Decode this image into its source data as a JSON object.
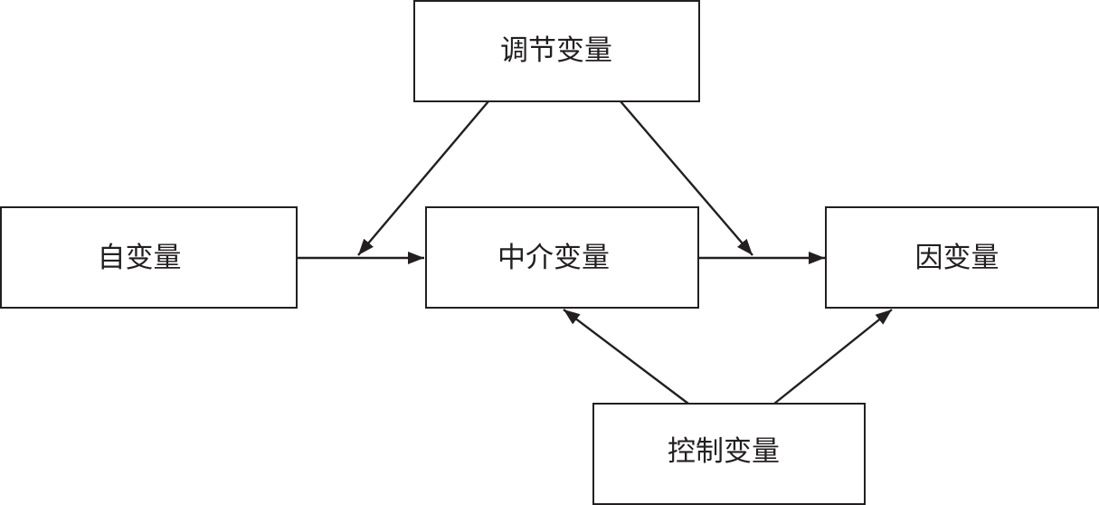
{
  "diagram": {
    "nodes": {
      "moderator": {
        "label": "调节变量"
      },
      "independent": {
        "label": "自变量"
      },
      "mediator": {
        "label": "中介变量"
      },
      "dependent": {
        "label": "因变量"
      },
      "control": {
        "label": "控制变量"
      }
    },
    "edges": [
      {
        "from": "independent",
        "to": "mediator"
      },
      {
        "from": "mediator",
        "to": "dependent"
      },
      {
        "from": "moderator",
        "to": "independent-mediator-path"
      },
      {
        "from": "moderator",
        "to": "mediator-dependent-path"
      },
      {
        "from": "control",
        "to": "mediator"
      },
      {
        "from": "control",
        "to": "dependent"
      }
    ]
  }
}
